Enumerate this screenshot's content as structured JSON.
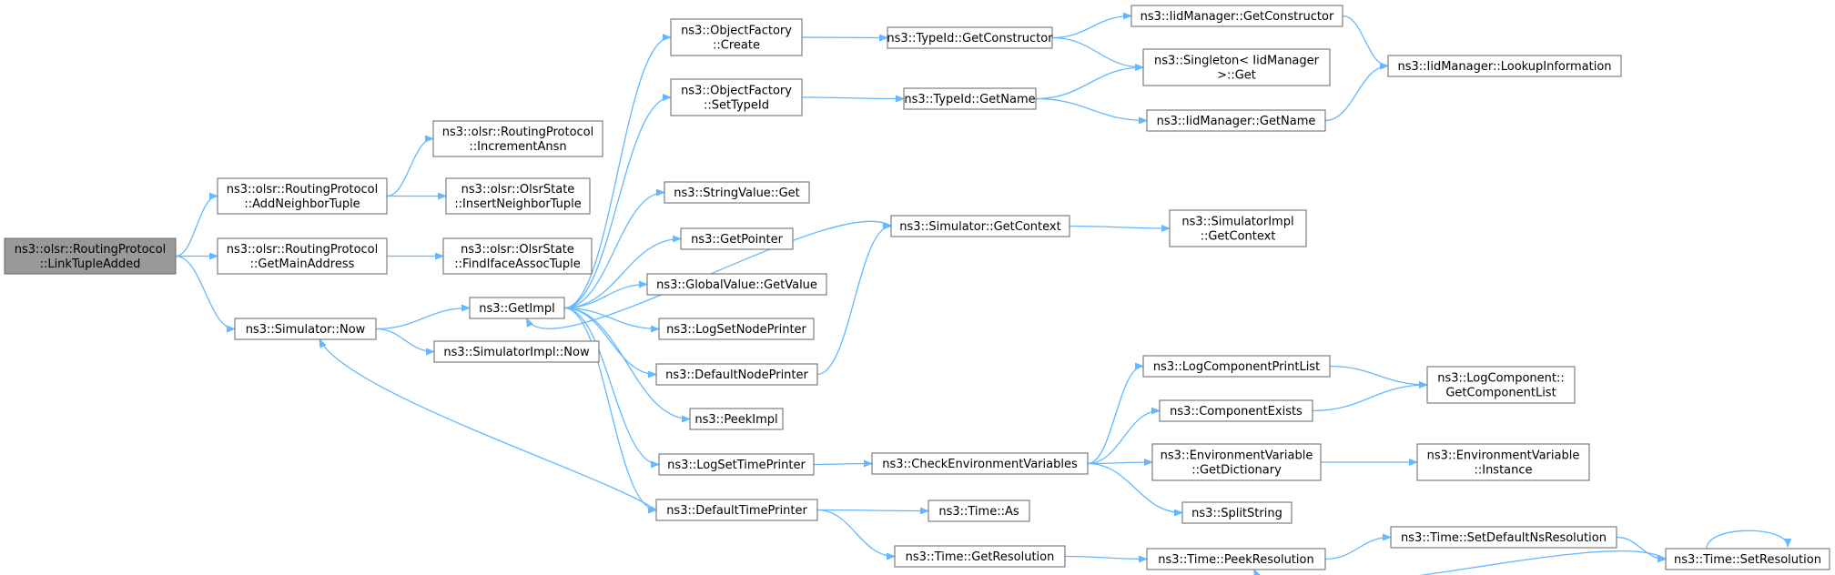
{
  "colors": {
    "edge": "#63b8ff",
    "root_fill": "#999999",
    "node_fill": "#ffffff",
    "node_border": "#666666"
  },
  "nodes": [
    {
      "id": "root",
      "lines": [
        "ns3::olsr::RoutingProtocol",
        "::LinkTupleAdded"
      ],
      "root": true
    },
    {
      "id": "addNeighborTuple",
      "lines": [
        "ns3::olsr::RoutingProtocol",
        "::AddNeighborTuple"
      ]
    },
    {
      "id": "getMainAddress",
      "lines": [
        "ns3::olsr::RoutingProtocol",
        "::GetMainAddress"
      ]
    },
    {
      "id": "now",
      "lines": [
        "ns3::Simulator::Now"
      ]
    },
    {
      "id": "incrementAnsn",
      "lines": [
        "ns3::olsr::RoutingProtocol",
        "::IncrementAnsn"
      ]
    },
    {
      "id": "insertNeighborTuple",
      "lines": [
        "ns3::olsr::OlsrState",
        "::InsertNeighborTuple"
      ]
    },
    {
      "id": "findIfaceAssocTuple",
      "lines": [
        "ns3::olsr::OlsrState",
        "::FindIfaceAssocTuple"
      ]
    },
    {
      "id": "getImpl",
      "lines": [
        "ns3::GetImpl"
      ]
    },
    {
      "id": "simImplNow",
      "lines": [
        "ns3::SimulatorImpl::Now"
      ]
    },
    {
      "id": "ofCreate",
      "lines": [
        "ns3::ObjectFactory",
        "::Create"
      ]
    },
    {
      "id": "ofSetTypeId",
      "lines": [
        "ns3::ObjectFactory",
        "::SetTypeId"
      ]
    },
    {
      "id": "stringValueGet",
      "lines": [
        "ns3::StringValue::Get"
      ]
    },
    {
      "id": "getPointer",
      "lines": [
        "ns3::GetPointer"
      ]
    },
    {
      "id": "globalValueGetValue",
      "lines": [
        "ns3::GlobalValue::GetValue"
      ]
    },
    {
      "id": "logSetNodePrinter",
      "lines": [
        "ns3::LogSetNodePrinter"
      ]
    },
    {
      "id": "defaultNodePrinter",
      "lines": [
        "ns3::DefaultNodePrinter"
      ]
    },
    {
      "id": "peekImpl",
      "lines": [
        "ns3::PeekImpl"
      ]
    },
    {
      "id": "logSetTimePrinter",
      "lines": [
        "ns3::LogSetTimePrinter"
      ]
    },
    {
      "id": "defaultTimePrinter",
      "lines": [
        "ns3::DefaultTimePrinter"
      ]
    },
    {
      "id": "typeIdGetConstructor",
      "lines": [
        "ns3::TypeId::GetConstructor"
      ]
    },
    {
      "id": "typeIdGetName",
      "lines": [
        "ns3::TypeId::GetName"
      ]
    },
    {
      "id": "simGetContext",
      "lines": [
        "ns3::Simulator::GetContext"
      ]
    },
    {
      "id": "checkEnvVars",
      "lines": [
        "ns3::CheckEnvironmentVariables"
      ]
    },
    {
      "id": "timeAs",
      "lines": [
        "ns3::Time::As"
      ]
    },
    {
      "id": "timeGetResolution",
      "lines": [
        "ns3::Time::GetResolution"
      ]
    },
    {
      "id": "iidGetConstructor",
      "lines": [
        "ns3::IidManager::GetConstructor"
      ]
    },
    {
      "id": "singletonGet",
      "lines": [
        "ns3::Singleton< IidManager",
        ">::Get"
      ]
    },
    {
      "id": "iidGetName",
      "lines": [
        "ns3::IidManager::GetName"
      ]
    },
    {
      "id": "simImplGetContext",
      "lines": [
        "ns3::SimulatorImpl",
        "::GetContext"
      ]
    },
    {
      "id": "logComponentPrintList",
      "lines": [
        "ns3::LogComponentPrintList"
      ]
    },
    {
      "id": "componentExists",
      "lines": [
        "ns3::ComponentExists"
      ]
    },
    {
      "id": "envVarGetDictionary",
      "lines": [
        "ns3::EnvironmentVariable",
        "::GetDictionary"
      ]
    },
    {
      "id": "splitString",
      "lines": [
        "ns3::SplitString"
      ]
    },
    {
      "id": "timePeekResolution",
      "lines": [
        "ns3::Time::PeekResolution"
      ]
    },
    {
      "id": "iidLookupInformation",
      "lines": [
        "ns3::IidManager::LookupInformation"
      ]
    },
    {
      "id": "logComponentGetComponentList",
      "lines": [
        "ns3::LogComponent::",
        "GetComponentList"
      ]
    },
    {
      "id": "envVarInstance",
      "lines": [
        "ns3::EnvironmentVariable",
        "::Instance"
      ]
    },
    {
      "id": "timeSetDefaultNsResolution",
      "lines": [
        "ns3::Time::SetDefaultNsResolution"
      ]
    },
    {
      "id": "timeSetResolution",
      "lines": [
        "ns3::Time::SetResolution"
      ]
    }
  ],
  "edges": [
    [
      "root",
      "addNeighborTuple"
    ],
    [
      "root",
      "getMainAddress"
    ],
    [
      "root",
      "now"
    ],
    [
      "addNeighborTuple",
      "incrementAnsn"
    ],
    [
      "addNeighborTuple",
      "insertNeighborTuple"
    ],
    [
      "getMainAddress",
      "findIfaceAssocTuple"
    ],
    [
      "now",
      "getImpl"
    ],
    [
      "now",
      "simImplNow"
    ],
    [
      "getImpl",
      "ofCreate"
    ],
    [
      "getImpl",
      "ofSetTypeId"
    ],
    [
      "getImpl",
      "stringValueGet"
    ],
    [
      "getImpl",
      "getPointer"
    ],
    [
      "getImpl",
      "globalValueGetValue"
    ],
    [
      "getImpl",
      "logSetNodePrinter"
    ],
    [
      "getImpl",
      "defaultNodePrinter"
    ],
    [
      "getImpl",
      "peekImpl"
    ],
    [
      "getImpl",
      "logSetTimePrinter"
    ],
    [
      "getImpl",
      "defaultTimePrinter"
    ],
    [
      "ofCreate",
      "typeIdGetConstructor"
    ],
    [
      "ofSetTypeId",
      "typeIdGetName"
    ],
    [
      "defaultNodePrinter",
      "simGetContext"
    ],
    [
      "simGetContext",
      "getImpl"
    ],
    [
      "simGetContext",
      "simImplGetContext"
    ],
    [
      "logSetTimePrinter",
      "checkEnvVars"
    ],
    [
      "defaultTimePrinter",
      "now"
    ],
    [
      "defaultTimePrinter",
      "timeAs"
    ],
    [
      "defaultTimePrinter",
      "timeGetResolution"
    ],
    [
      "typeIdGetConstructor",
      "iidGetConstructor"
    ],
    [
      "typeIdGetConstructor",
      "singletonGet"
    ],
    [
      "typeIdGetName",
      "singletonGet"
    ],
    [
      "typeIdGetName",
      "iidGetName"
    ],
    [
      "iidGetConstructor",
      "iidLookupInformation"
    ],
    [
      "iidGetName",
      "iidLookupInformation"
    ],
    [
      "checkEnvVars",
      "logComponentPrintList"
    ],
    [
      "checkEnvVars",
      "componentExists"
    ],
    [
      "checkEnvVars",
      "envVarGetDictionary"
    ],
    [
      "checkEnvVars",
      "splitString"
    ],
    [
      "logComponentPrintList",
      "logComponentGetComponentList"
    ],
    [
      "componentExists",
      "logComponentGetComponentList"
    ],
    [
      "envVarGetDictionary",
      "envVarInstance"
    ],
    [
      "timeGetResolution",
      "timePeekResolution"
    ],
    [
      "timePeekResolution",
      "timeSetDefaultNsResolution"
    ],
    [
      "timeSetDefaultNsResolution",
      "timeSetResolution"
    ],
    [
      "timeSetResolution",
      "timePeekResolution"
    ],
    [
      "timeSetResolution",
      "timeSetResolution"
    ]
  ]
}
